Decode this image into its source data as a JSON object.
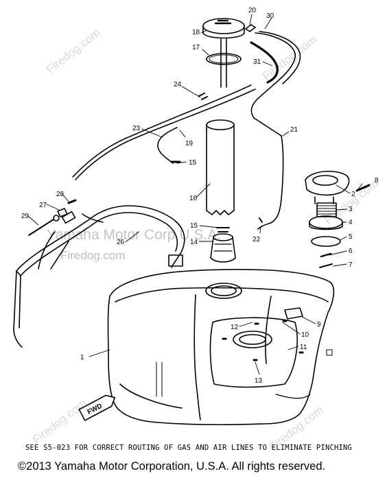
{
  "watermarks": {
    "text": "Firedog.com",
    "corp_text": "Yamaha Motor Corp U.S.A."
  },
  "parts": [
    {
      "number": "1"
    },
    {
      "number": "2"
    },
    {
      "number": "3"
    },
    {
      "number": "4"
    },
    {
      "number": "5"
    },
    {
      "number": "6"
    },
    {
      "number": "7"
    },
    {
      "number": "8"
    },
    {
      "number": "9"
    },
    {
      "number": "10"
    },
    {
      "number": "11"
    },
    {
      "number": "12"
    },
    {
      "number": "13"
    },
    {
      "number": "14"
    },
    {
      "number": "15"
    },
    {
      "number": "15"
    },
    {
      "number": "16"
    },
    {
      "number": "17"
    },
    {
      "number": "18"
    },
    {
      "number": "19"
    },
    {
      "number": "20"
    },
    {
      "number": "21"
    },
    {
      "number": "22"
    },
    {
      "number": "23"
    },
    {
      "number": "24"
    },
    {
      "number": "26"
    },
    {
      "number": "27"
    },
    {
      "number": "28"
    },
    {
      "number": "29"
    },
    {
      "number": "30"
    },
    {
      "number": "31"
    }
  ],
  "fwd_label": "FWD",
  "note": "SEE S5-023 FOR CORRECT ROUTING OF GAS AND AIR LINES TO ELIMINATE PINCHING",
  "copyright": "©2013 Yamaha Motor Corporation, U.S.A. All rights reserved."
}
